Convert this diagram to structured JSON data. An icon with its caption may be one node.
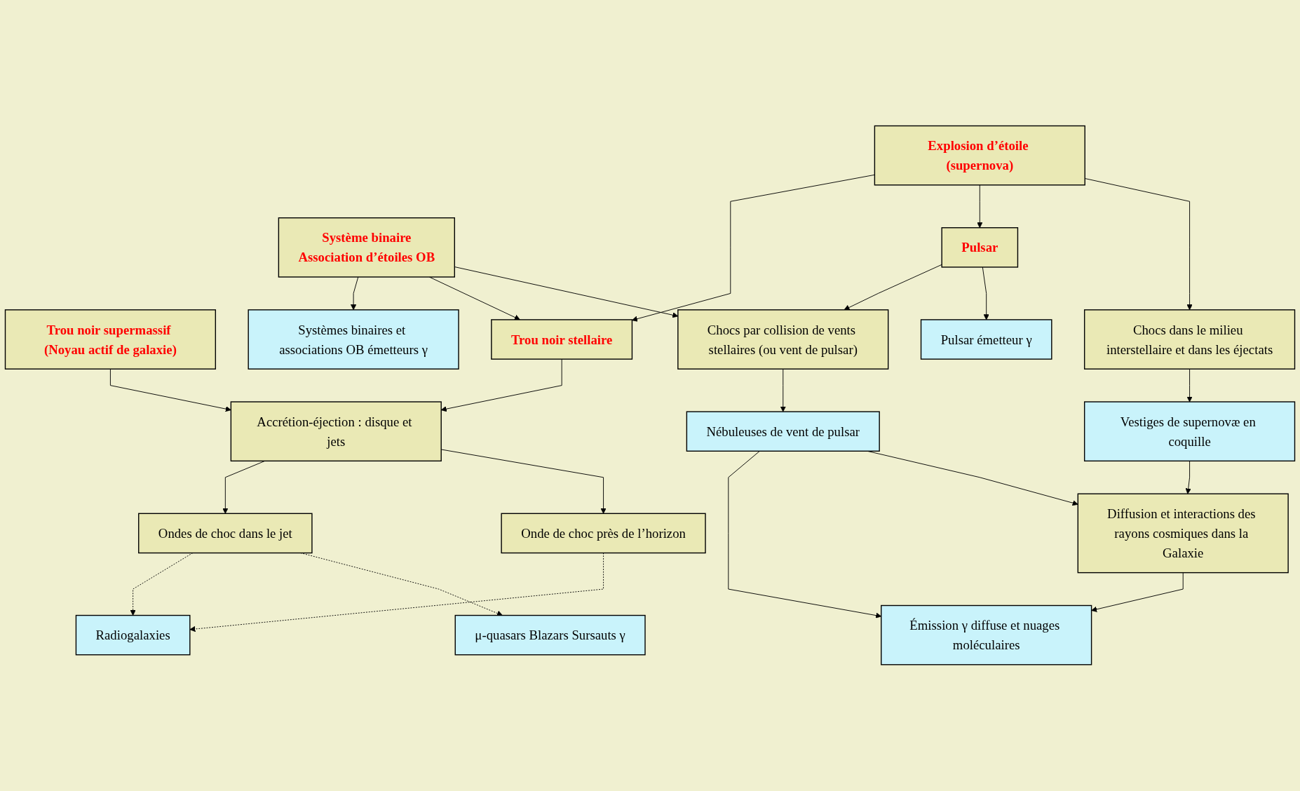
{
  "diagram": {
    "nodes": [
      {
        "text": [
          "Explosion d’étoile (supernova)"
        ]
      },
      {
        "text": [
          "Système binaire",
          "Association d’étoiles OB"
        ]
      },
      {
        "text": [
          "Trou noir supermassif (Noyau actif de galaxie)"
        ]
      },
      {
        "text": [
          "Chocs dans le milieu interstellaire et dans les éjectats"
        ]
      },
      {
        "text": [
          "Pulsar"
        ]
      },
      {
        "text": [
          "Chocs par collision de vents stellaires (ou vent de pulsar)"
        ]
      },
      {
        "text": [
          "Trou noir stellaire"
        ]
      },
      {
        "text": [
          "Accrétion-éjection : disque et jets"
        ]
      },
      {
        "text": [
          "Vestiges de supernovæ en coquille"
        ]
      },
      {
        "text": [
          "Pulsar émetteur γ"
        ]
      },
      {
        "text": [
          "Nébuleuses de vent de pulsar"
        ]
      },
      {
        "text": [
          "Onde de choc près de l’horizon"
        ]
      },
      {
        "text": [
          "Ondes de choc dans le jet"
        ]
      },
      {
        "text": [
          "Diffusion et interactions des rayons cosmiques dans la Galaxie"
        ]
      },
      {
        "text": [
          "Émission γ diffuse et nuages moléculaires"
        ]
      },
      {
        "text": [
          "Systèmes binaires et associations OB émetteurs γ"
        ]
      },
      {
        "text": [
          "μ-quasars Blazars Sursauts γ"
        ]
      },
      {
        "text": [
          "Radiogalaxies"
        ]
      }
    ],
    "edges": [
      {
        "from": 0,
        "to": 3,
        "arrow": "to"
      },
      {
        "from": 0,
        "to": 4,
        "arrow": "to"
      },
      {
        "from": 0,
        "to": 6,
        "arrow": "to"
      },
      {
        "from": 1,
        "to": 5,
        "arrow": "to"
      },
      {
        "from": 1,
        "to": 6,
        "arrow": "to"
      },
      {
        "from": 1,
        "to": 15,
        "arrow": "to"
      },
      {
        "from": 2,
        "to": 7,
        "arrow": "to"
      },
      {
        "from": 6,
        "to": 7,
        "arrow": "to"
      },
      {
        "from": 4,
        "to": 9,
        "arrow": "to"
      },
      {
        "from": 4,
        "to": 5,
        "arrow": "to"
      },
      {
        "from": 3,
        "to": 8,
        "arrow": "to"
      },
      {
        "from": 5,
        "to": 10,
        "arrow": "to"
      },
      {
        "from": 8,
        "to": 13,
        "arrow": "to"
      },
      {
        "from": 10,
        "to": 13,
        "arrow": "to"
      },
      {
        "from": 10,
        "to": 14,
        "arrow": "to"
      },
      {
        "from": 13,
        "to": 14,
        "arrow": "to"
      },
      {
        "from": 7,
        "to": 11,
        "arrow": "to"
      },
      {
        "from": 7,
        "to": 12,
        "arrow": "to"
      },
      {
        "from": 12,
        "to": 16,
        "arrow": "to",
        "style": "dashed"
      },
      {
        "from": 11,
        "to": 17,
        "arrow": "to",
        "style": "dashed"
      },
      {
        "from": 12,
        "to": 17,
        "arrow": "to",
        "style": "dashed"
      }
    ]
  }
}
